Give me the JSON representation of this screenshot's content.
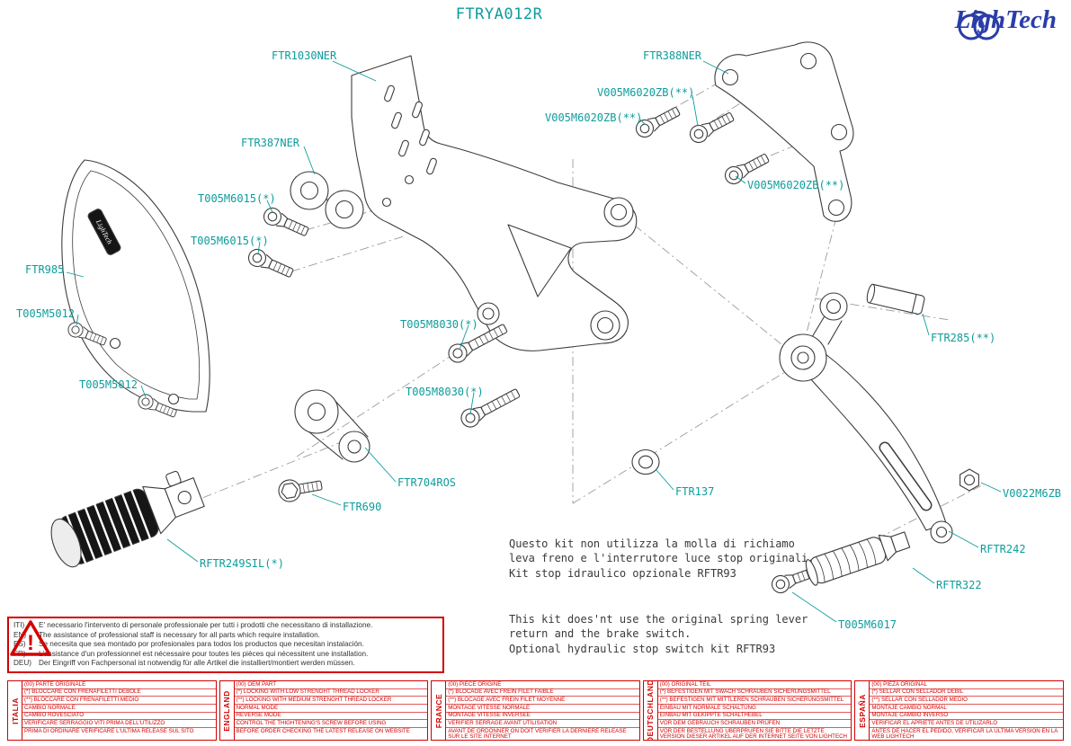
{
  "title": "FTRYA012R",
  "logo": {
    "text": "LighTech"
  },
  "colors": {
    "teal": "#0E9C9C",
    "red": "#D40000",
    "blue": "#2A3DA8",
    "ink": "#3C3C3C"
  },
  "parts": [
    "FTR1030NER",
    "FTR388NER",
    "V005M6020ZB(**)",
    "V005M6020ZB(**)",
    "V005M6020ZB(**)",
    "FTR387NER",
    "T005M6015(*)",
    "T005M6015(*)",
    "FTR985",
    "T005M5012",
    "T005M5012",
    "T005M8030(*)",
    "T005M8030(*)",
    "FTR285(**)",
    "FTR137",
    "FTR704ROS",
    "FTR690",
    "RFTR249SIL(*)",
    "V0022M6ZB",
    "RFTR242",
    "RFTR322",
    "T005M6017"
  ],
  "notes": {
    "it": "Questo kit non utilizza la molla di richiamo\nleva freno e l'interrutore luce stop originali.\nKit stop idraulico opzionale RFTR93",
    "en": "This kit does'nt use the original spring lever\nreturn and the brake switch.\nOptional hydraulic stop switch kit RFTR93"
  },
  "warning": {
    "rows": [
      {
        "prefix": "ITI)",
        "text": "E' necessario l'intervento di personale professionale per tutti i prodotti che necessitano di installazione."
      },
      {
        "prefix": "EN)",
        "text": "The assistance of professional staff is necessary for all parts which require installation."
      },
      {
        "prefix": "ES)",
        "text": "Se necesita que sea montado por profesionales para todos los productos que necesitan instalación."
      },
      {
        "prefix": "FR)",
        "text": "L'assistance d'un professionnel est nécessaire pour toutes les pièces qui nécessitent une installation."
      },
      {
        "prefix": "DEU)",
        "text": "Der Eingriff von Fachpersonal ist notwendig  für alle Artikel die installiert/montiert werden müssen."
      }
    ]
  },
  "legend": [
    {
      "country": "ITALIA",
      "rows": [
        "(00) PARTE ORIGINALE",
        "(*)  BLOCCARE CON FRENAFILETTI DEBOLE",
        "(**) BLOCCARE CON FRENAFILETTI MEDIO",
        "CAMBIO NORMALE",
        "CAMBIO ROVESCIATO",
        "VERIFICARE SERRAGGIO VITI PRIMA DELL'UTILIZZO",
        "PRIMA DI ORDINARE VERIFICARE L'ULTIMA RELEASE SUL SITO"
      ]
    },
    {
      "country": "ENGLAND",
      "rows": [
        "(00) OEM PART",
        "(*)  LOCKING WITH LOW STRENGHT THREAD LOCKER",
        "(**) LOCKING WITH MEDIUM STRENGHT THREAD LOCKER",
        "NORMAL MODE",
        "REVERSE MODE",
        "CONTROL THE THIGHTENING'S SCREW BEFORE USING",
        "BEFORE ORDER CHECKING THE LATEST RELEASE ON WEBSITE"
      ]
    },
    {
      "country": "FRANCE",
      "rows": [
        "(00) PIECE ORIGINE",
        "(*)  BLOCAGE AVEC FREIN FILET FAIBLE",
        "(**) BLOCAGE AVEC FREIN FILET MOYENNE",
        "MONTAGE VITESSE NORMALE",
        "MONTAGE VITESSE INVERSEE",
        "VERIFIER SERRAGE AVANT UTILISATION",
        "AVANT DE ORDONNER ON DOIT VERIFIER LA DERNIERE RELEASE SUR LE SITE INTERNET"
      ]
    },
    {
      "country": "DEUTSCHLAND",
      "rows": [
        "(00) ORIGINAL TEIL",
        "(*)  BEFESTIGEN MIT SWACH SCHRAUBEN SICHERUNGSMITTEL",
        "(**) BEFESTIGEN MIT MITTLEREN SCHRAUBEN SICHERUNGSMITTEL",
        "EINBAU MIT NORMALE SCHALTUNG",
        "EINBAU MIT GEKIPPTE SCHALTHEBEL",
        "VOR DEM GEBRAUCH SCHRAUBEN PRÜFEN",
        "VOR DER BESTELLUNG UBERPRUFEN SIE BITTE DIE LETZTE VERSION DIESER ARTIKEL AUF DER INTERNET SEITE VON LIGHTECH"
      ]
    },
    {
      "country": "ESPAÑA",
      "rows": [
        "(00) PIEZA ORIGINAL",
        "(*)  SELLAR CON SELLADOR DEBIL",
        "(**) SELLAR CON SELLADOR MEDIO",
        "MONTAJE  CAMBIO NORMAL",
        "MONTAJE CAMBIO INVERSO",
        "VERIFICAR EL APRIETE ANTES DE UTILIZARLO",
        "ANTES DE HACER EL PEDIDO, VERIFICAR LA ULTIMA VERSION EN LA WEB LIGHTECH"
      ]
    }
  ]
}
